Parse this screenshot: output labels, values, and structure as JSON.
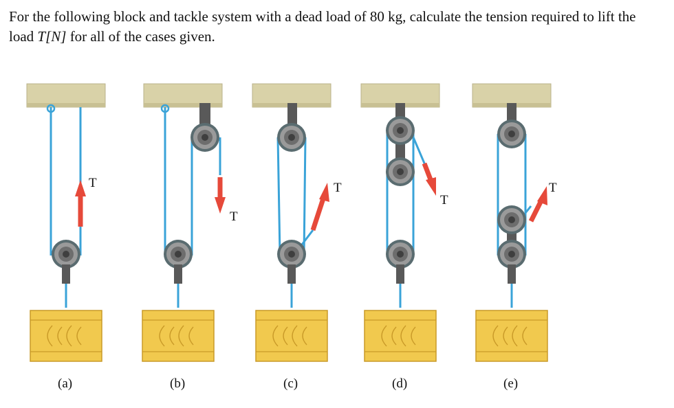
{
  "question": {
    "part1": "For the following block and tackle system with a dead load of 80 kg, calculate the tension required to lift the load ",
    "math": "T[N]",
    "part2": " for all of the cases given."
  },
  "tension_label": "T",
  "cases": [
    {
      "label": "(a)"
    },
    {
      "label": "(b)"
    },
    {
      "label": "(c)"
    },
    {
      "label": "(d)"
    },
    {
      "label": "(e)"
    }
  ],
  "colors": {
    "rope": "#3aa3d8",
    "arrow": "#e6493a",
    "ceiling": "#d9d2a8",
    "bracket": "#595959",
    "wood": "#f1c94e",
    "pulley": "#8f8f8f"
  }
}
